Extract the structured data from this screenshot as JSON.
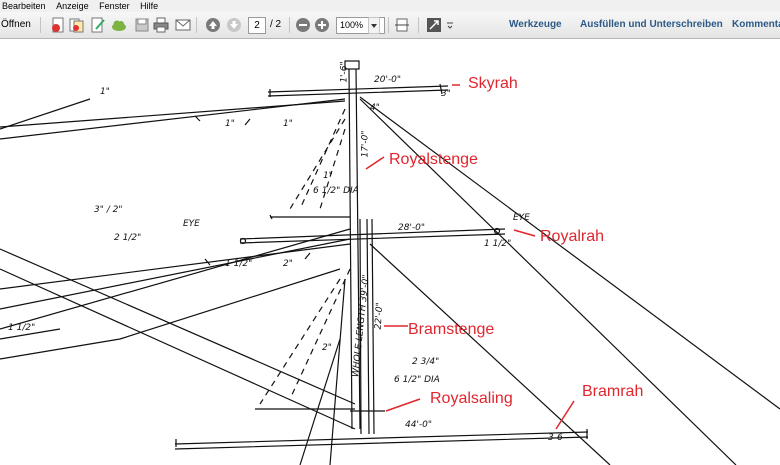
{
  "menubar": {
    "items": [
      "Bearbeiten",
      "Anzeige",
      "Fenster",
      "Hilfe"
    ]
  },
  "toolbar": {
    "open_label": "Öffnen",
    "page_current": "2",
    "page_total": "/ 2",
    "zoom_value": "100%",
    "tools_label": "Werkzeuge",
    "fill_sign_label": "Ausfüllen und Unterschreiben",
    "comment_label": "Kommenta"
  },
  "labels": {
    "skyrah": "Skyrah",
    "royalstenge": "Royalstenge",
    "royalrah": "Royalrah",
    "bramstenge": "Bramstenge",
    "royalsaling": "Royalsaling",
    "bramrah": "Bramrah"
  },
  "annotations": {
    "sky_yard_length": "20'-0\"",
    "sky_dim": "3\"",
    "sky_mast_len": "1'-6\"",
    "sky_diam": "4\"",
    "royal_mast_len": "17'-0\"",
    "royal_yard_length": "28'-0\"",
    "eye_right": "EYE",
    "eye_left": "EYE",
    "royal_dim": "1 1/2\"",
    "dim_65": "6 1/2\" DIA",
    "whole_length": "WHOLE LENGTH 39'-0\"",
    "bram_len": "22'-0\"",
    "dim_23": "2 3/4\"",
    "dim_1a": "1\"",
    "dim_1b": "1\"",
    "dim_1c": "1\"",
    "dim_1d": "1\"",
    "dim_2": "2\"",
    "dim_2b": "2\"",
    "dim_1half": "1 1/2\"",
    "dim_2half": "2 1/2\"",
    "dim_3_2": "3\" / 2\"",
    "dim_6dia": "6 1/2\" DIA",
    "dim_1hl": "1 1/2\"",
    "bram_yard_length": "44'-0\"",
    "bram_dim": "3-6"
  },
  "colors": {
    "label_red": "#e0262e",
    "link_blue": "#2c5a86"
  }
}
